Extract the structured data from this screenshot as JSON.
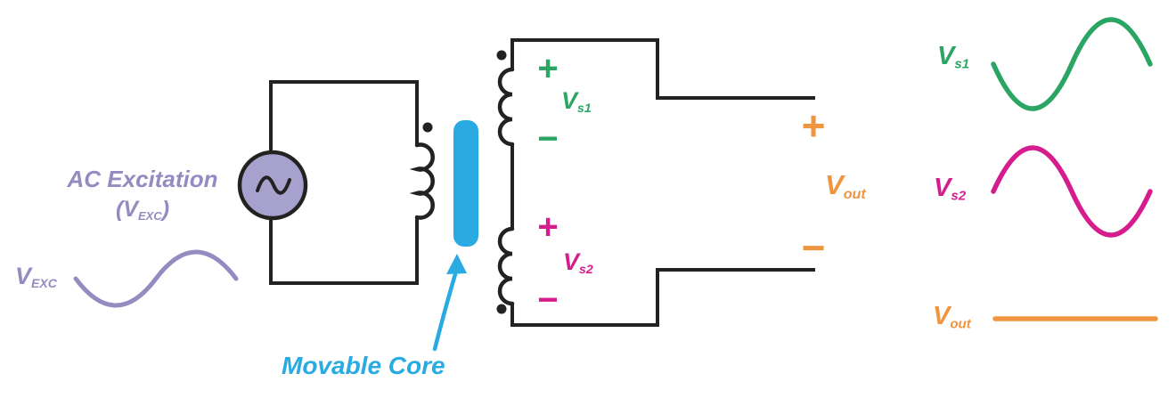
{
  "colors": {
    "wire": "#222220",
    "lavender_fill": "#a7a1ce",
    "lavender": "#928cc1",
    "green": "#2aa564",
    "pink": "#d61d8e",
    "orange": "#f0953f",
    "cyan": "#29abe2"
  },
  "excitation": {
    "title": "AC Excitation",
    "paren": {
      "pre": "(V",
      "sub": "EXC",
      "post": ")"
    },
    "wave_label": {
      "main": "V",
      "sub": "EXC"
    },
    "wave_shape": "sine, trough first then crest",
    "source_icon": "sine-wave"
  },
  "core": {
    "label": "Movable Core"
  },
  "secondary1": {
    "plus": "+",
    "minus": "−",
    "label": {
      "main": "V",
      "sub": "s1"
    }
  },
  "secondary2": {
    "plus": "+",
    "minus": "−",
    "label": {
      "main": "V",
      "sub": "s2"
    }
  },
  "output": {
    "plus": "+",
    "minus": "−",
    "label": {
      "main": "V",
      "sub": "out"
    }
  },
  "waveform_panel": {
    "items": [
      {
        "label": {
          "main": "V",
          "sub": "s1"
        },
        "shape": "sine, trough first then crest",
        "color": "#2aa564"
      },
      {
        "label": {
          "main": "V",
          "sub": "s2"
        },
        "shape": "sine, crest first then trough",
        "color": "#d61d8e"
      },
      {
        "label": {
          "main": "V",
          "sub": "out"
        },
        "shape": "flat zero line",
        "color": "#f0953f"
      }
    ]
  }
}
